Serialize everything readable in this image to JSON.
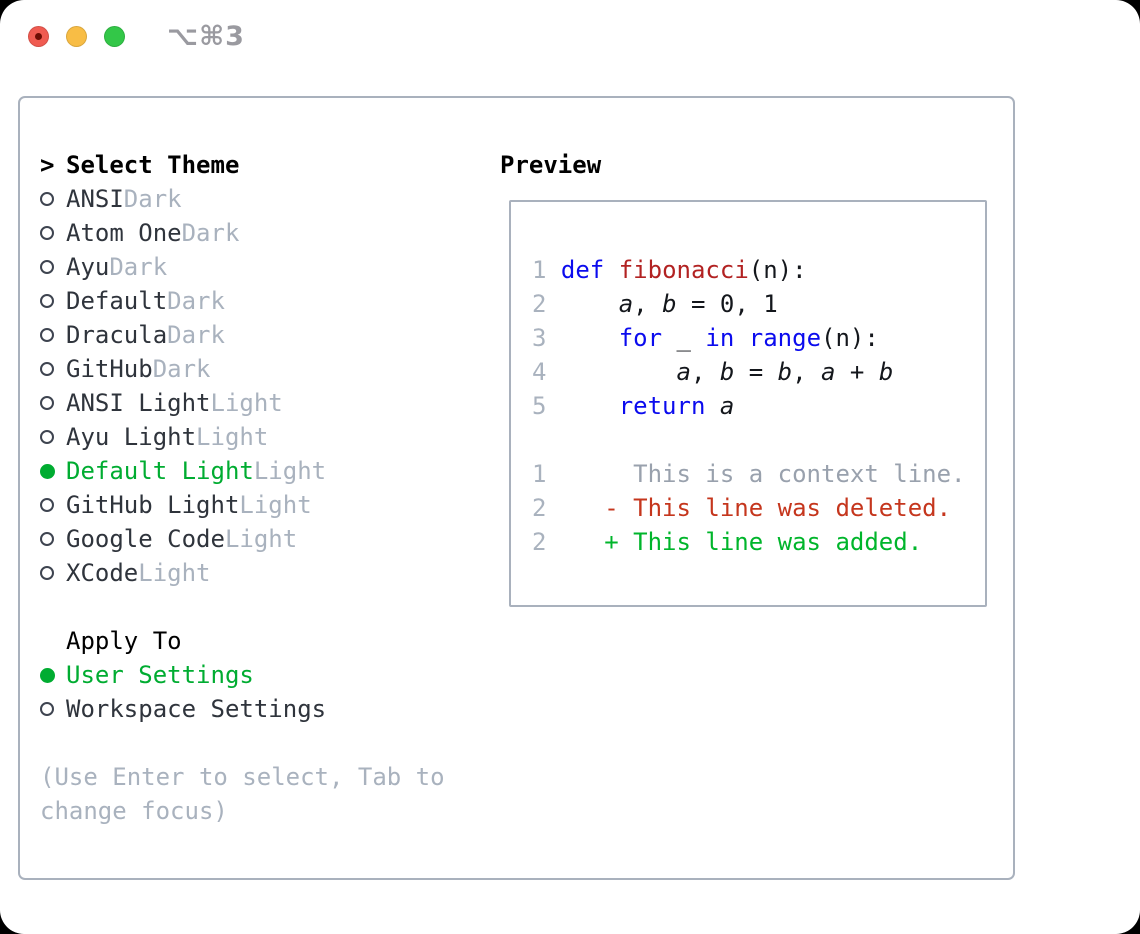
{
  "window": {
    "title": "⌥⌘3"
  },
  "traffic_lights": {
    "close": "close-button",
    "minimize": "minimize-button",
    "zoom": "zoom-button"
  },
  "theme_list": {
    "prompt": ">",
    "header": "Select Theme",
    "items": [
      {
        "name": "ANSI",
        "variant": "Dark",
        "selected": false
      },
      {
        "name": "Atom One",
        "variant": "Dark",
        "selected": false
      },
      {
        "name": "Ayu",
        "variant": "Dark",
        "selected": false
      },
      {
        "name": "Default",
        "variant": "Dark",
        "selected": false
      },
      {
        "name": "Dracula",
        "variant": "Dark",
        "selected": false
      },
      {
        "name": "GitHub",
        "variant": "Dark",
        "selected": false
      },
      {
        "name": "ANSI Light",
        "variant": "Light",
        "selected": false
      },
      {
        "name": "Ayu Light",
        "variant": "Light",
        "selected": false
      },
      {
        "name": "Default Light",
        "variant": "Light",
        "selected": true
      },
      {
        "name": "GitHub Light",
        "variant": "Light",
        "selected": false
      },
      {
        "name": "Google Code",
        "variant": "Light",
        "selected": false
      },
      {
        "name": "XCode",
        "variant": "Light",
        "selected": false
      }
    ]
  },
  "apply_to": {
    "header": "Apply To",
    "items": [
      {
        "label": "User Settings",
        "selected": true
      },
      {
        "label": "Workspace Settings",
        "selected": false
      }
    ]
  },
  "hint": "(Use Enter to select, Tab to change focus)",
  "preview": {
    "title": "Preview",
    "code_lines": [
      {
        "num": "1",
        "tokens": [
          [
            "kw",
            "def"
          ],
          [
            "pl",
            " "
          ],
          [
            "fn",
            "fibonacci"
          ],
          [
            "pl",
            "(n):"
          ]
        ]
      },
      {
        "num": "2",
        "tokens": [
          [
            "pl",
            "    "
          ],
          [
            "v",
            "a"
          ],
          [
            "pl",
            ", "
          ],
          [
            "v",
            "b"
          ],
          [
            "pl",
            " = 0, 1"
          ]
        ]
      },
      {
        "num": "3",
        "tokens": [
          [
            "pl",
            "    "
          ],
          [
            "kw",
            "for"
          ],
          [
            "pl",
            " _ "
          ],
          [
            "kw",
            "in"
          ],
          [
            "pl",
            " "
          ],
          [
            "kw",
            "range"
          ],
          [
            "pl",
            "(n):"
          ]
        ]
      },
      {
        "num": "4",
        "tokens": [
          [
            "pl",
            "        "
          ],
          [
            "v",
            "a"
          ],
          [
            "pl",
            ", "
          ],
          [
            "v",
            "b"
          ],
          [
            "pl",
            " = "
          ],
          [
            "v",
            "b"
          ],
          [
            "pl",
            ", "
          ],
          [
            "v",
            "a"
          ],
          [
            "pl",
            " + "
          ],
          [
            "v",
            "b"
          ]
        ]
      },
      {
        "num": "5",
        "tokens": [
          [
            "pl",
            "    "
          ],
          [
            "kw",
            "return"
          ],
          [
            "pl",
            " "
          ],
          [
            "v",
            "a"
          ]
        ]
      },
      {
        "num": "",
        "tokens": []
      },
      {
        "num": "1",
        "tokens": [
          [
            "ctx",
            "     This is a context line."
          ]
        ]
      },
      {
        "num": "2",
        "tokens": [
          [
            "del",
            "   - This line was deleted."
          ]
        ]
      },
      {
        "num": "2",
        "tokens": [
          [
            "add",
            "   + This line was added."
          ]
        ]
      }
    ]
  },
  "colors": {
    "accent_green": "#00AC31",
    "keyword_blue": "#0B0BEE",
    "function_red": "#B22222",
    "diff_deleted_red": "#C5361D",
    "diff_added_green": "#00B52B",
    "muted_gray": "#A9B2BE",
    "panel_border": "#A9B1BD",
    "traffic_red": "#F05B51",
    "traffic_yellow": "#F8BD45",
    "traffic_green": "#33C748"
  }
}
